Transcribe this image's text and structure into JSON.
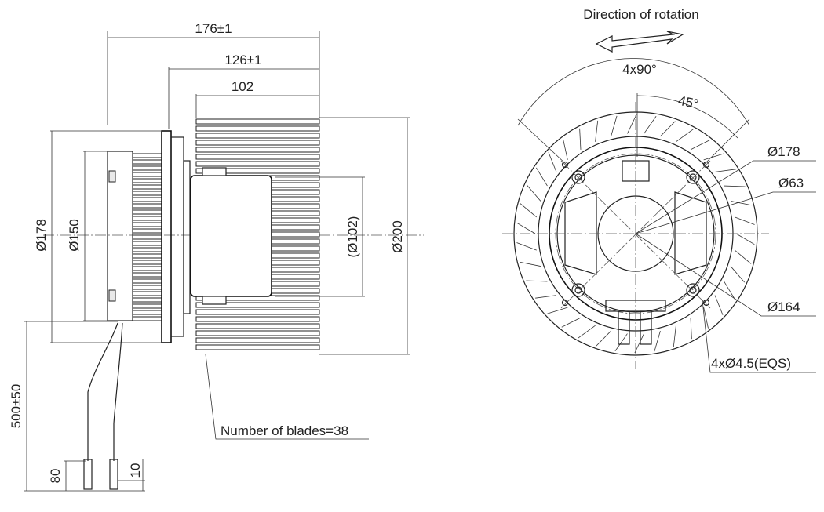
{
  "side_view": {
    "dim_overall_length": "176±1",
    "dim_body_length": "126±1",
    "dim_impeller_length": "102",
    "dim_motor_dia": "Ø178",
    "dim_flange_dia": "Ø150",
    "dim_hub_dia": "(Ø102)",
    "dim_impeller_dia": "Ø200",
    "dim_cable_length": "500±50",
    "dim_strip_80": "80",
    "dim_strip_10": "10",
    "blades_note": "Number of blades=38"
  },
  "front_view": {
    "rotation_title": "Direction of rotation",
    "angle_pattern": "4x90°",
    "angle_offset": "45°",
    "dia_178": "Ø178",
    "dia_63": "Ø63",
    "dia_164": "Ø164",
    "holes": "4xØ4.5(EQS)"
  },
  "colors": {
    "line": "#222222",
    "background": "#ffffff",
    "shade": "#e9e9e9"
  }
}
